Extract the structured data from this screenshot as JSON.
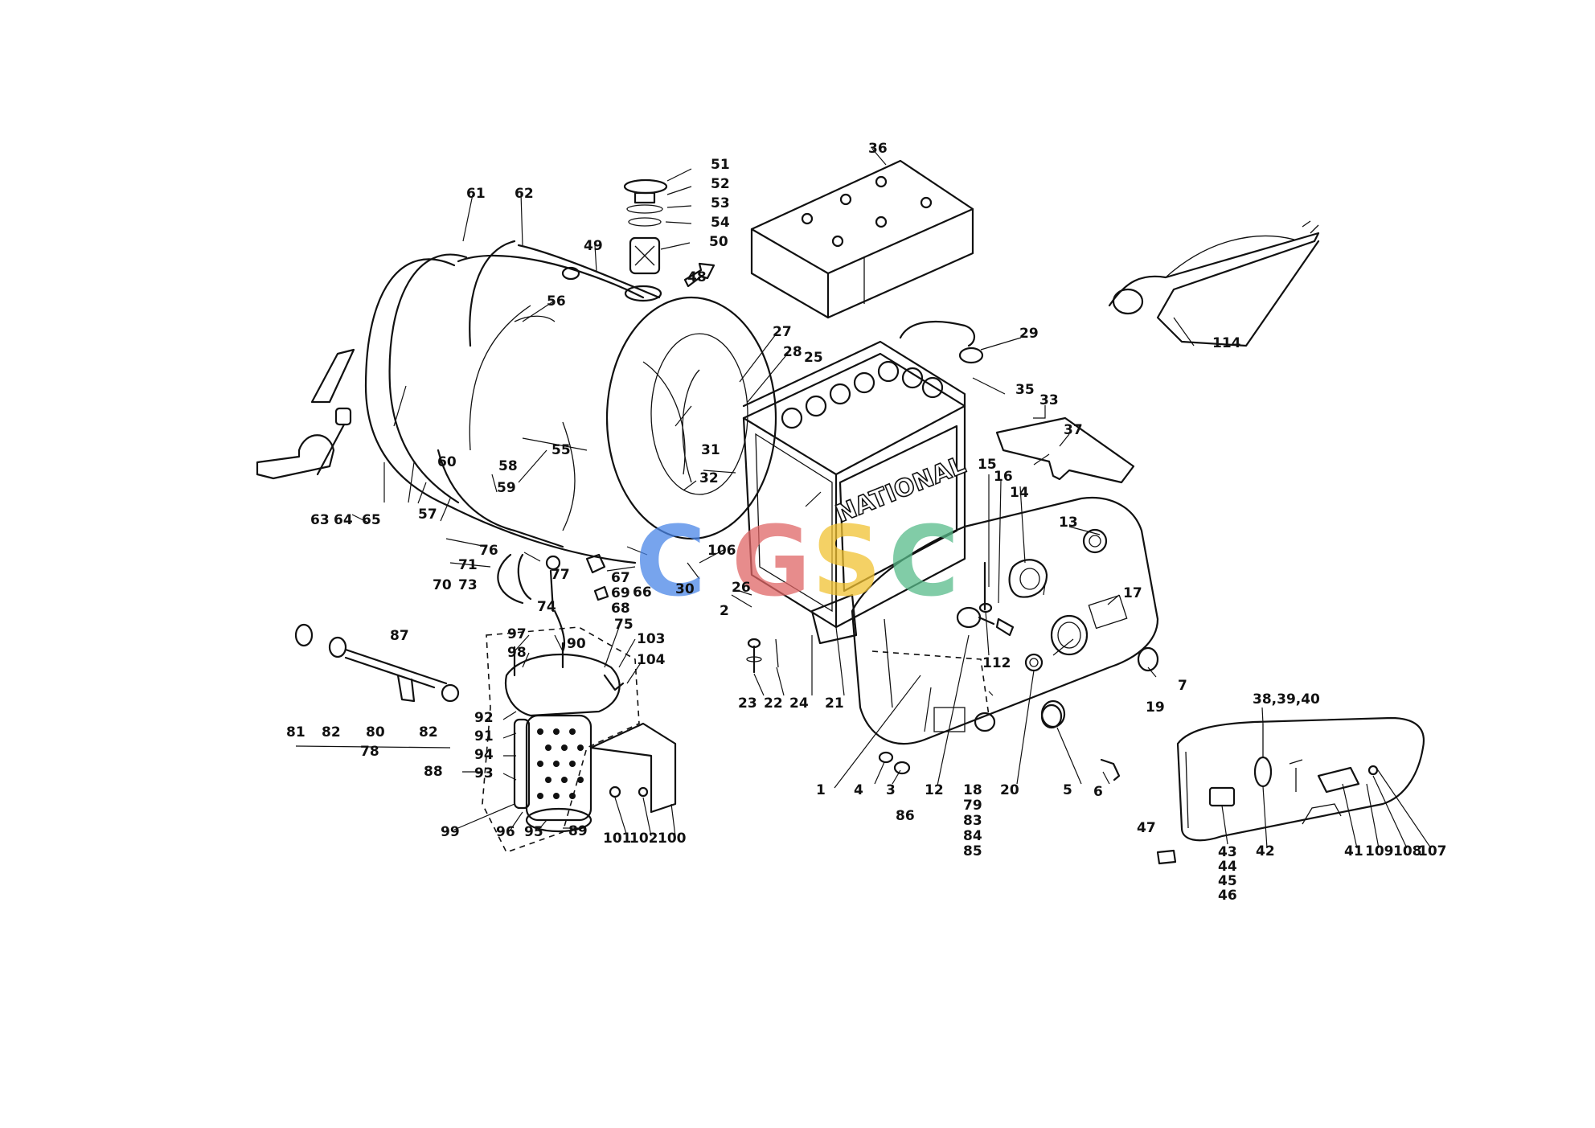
{
  "diagram": {
    "brand_text": "NATIONAL",
    "watermark": {
      "letters": [
        "C",
        "G",
        "S",
        "C"
      ],
      "colors": [
        "#4a86e8",
        "#e06666",
        "#f1c232",
        "#57bb8a"
      ]
    },
    "labels": [
      "51",
      "52",
      "53",
      "54",
      "50",
      "48",
      "36",
      "61",
      "62",
      "49",
      "56",
      "27",
      "28",
      "25",
      "29",
      "35",
      "33",
      "37",
      "55",
      "31",
      "32",
      "60",
      "58",
      "59",
      "57",
      "63",
      "64",
      "65",
      "76",
      "71",
      "70",
      "73",
      "77",
      "74",
      "67",
      "69",
      "66",
      "68",
      "106",
      "30",
      "26",
      "2",
      "15",
      "16",
      "14",
      "13",
      "17",
      "7",
      "19",
      "112",
      "75",
      "103",
      "104",
      "90",
      "97",
      "98",
      "87",
      "81",
      "82",
      "80",
      "82",
      "78",
      "92",
      "91",
      "94",
      "93",
      "88",
      "99",
      "96",
      "95",
      "89",
      "101",
      "102",
      "100",
      "23",
      "22",
      "24",
      "21",
      "1",
      "4",
      "3",
      "12",
      "86",
      "18",
      "79",
      "83",
      "84",
      "85",
      "20",
      "5",
      "6",
      "114",
      "38,39,40",
      "47",
      "43",
      "44",
      "45",
      "46",
      "42",
      "41",
      "109",
      "108",
      "107"
    ]
  }
}
